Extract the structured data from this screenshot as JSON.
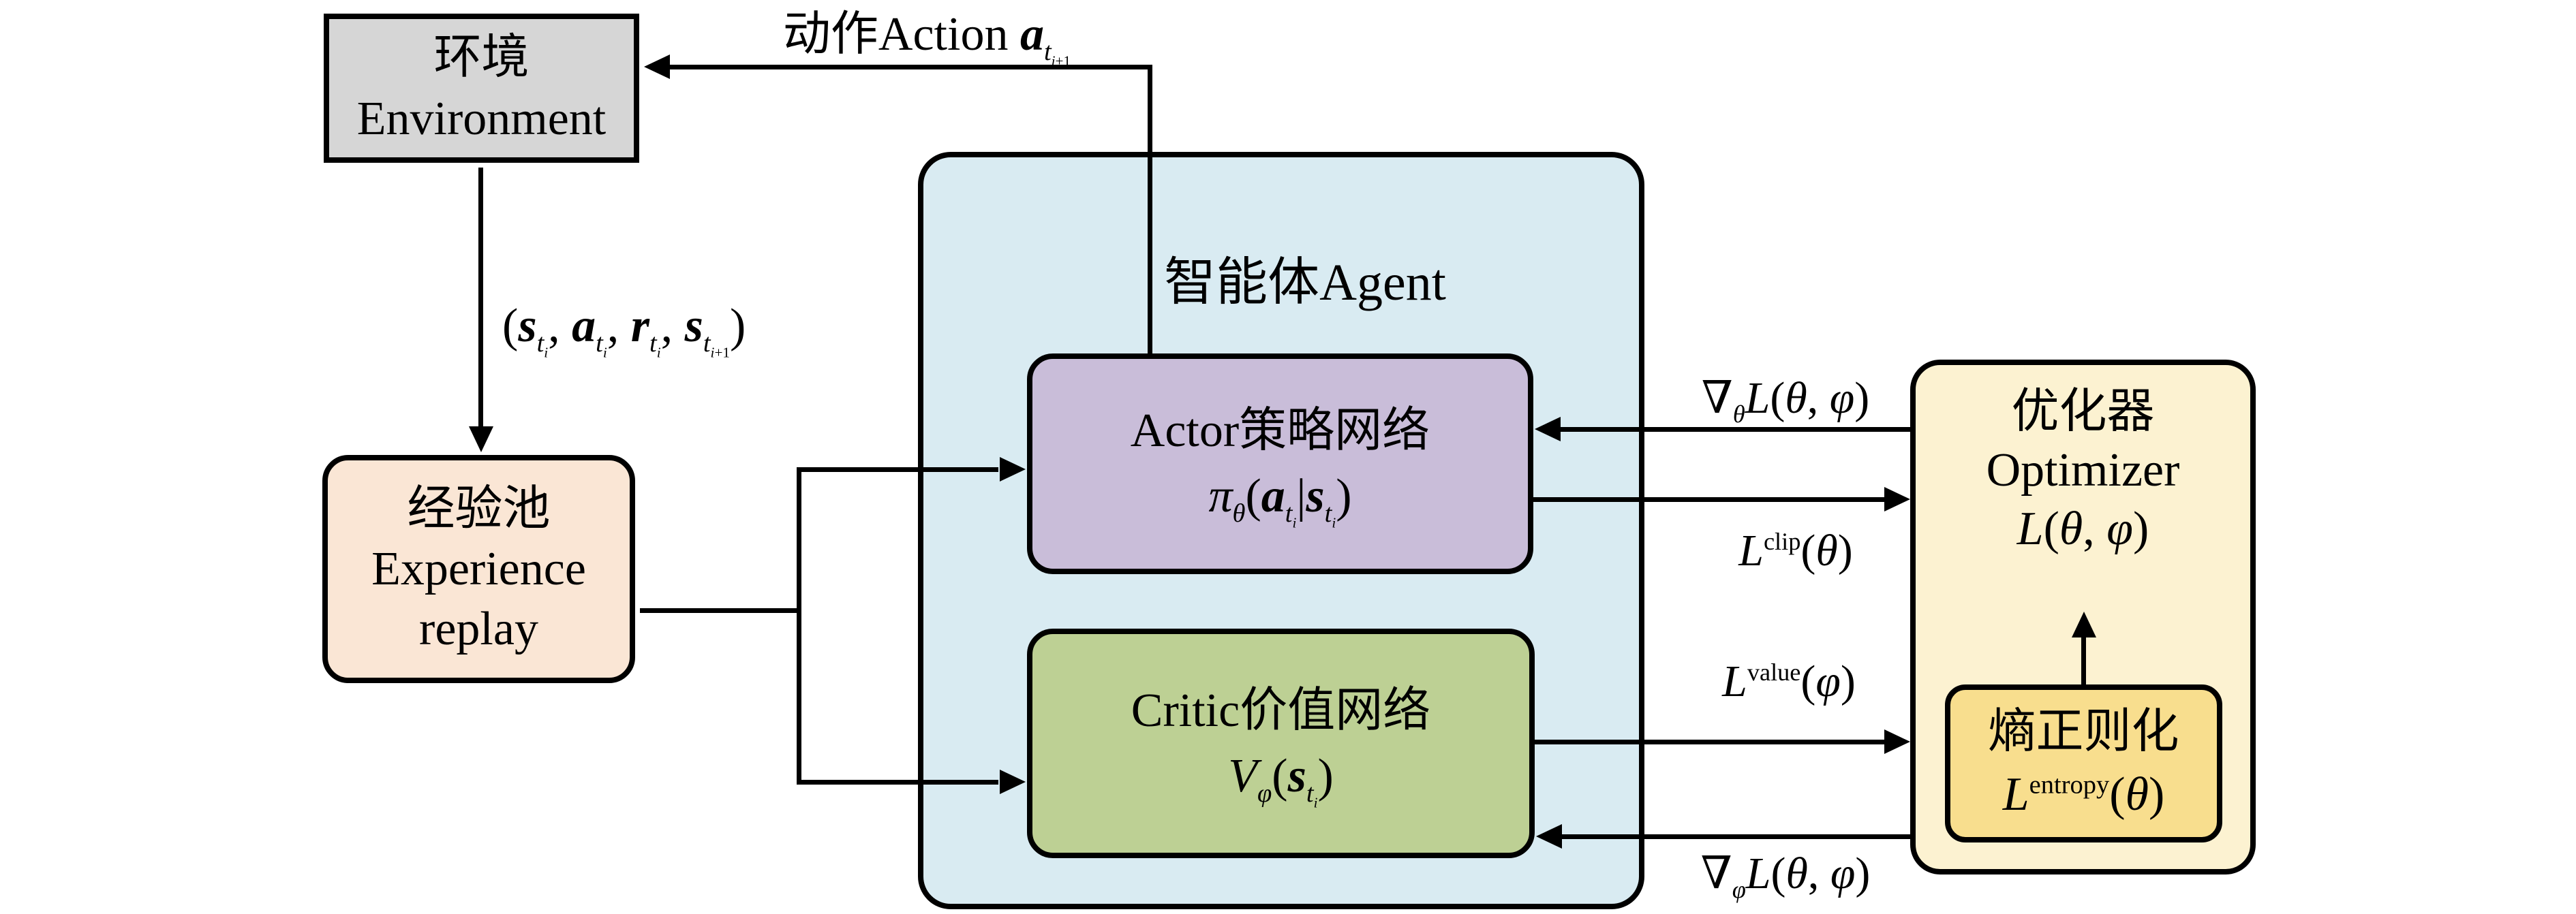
{
  "colors": {
    "background": "#FFFFFF",
    "stroke": "#000000",
    "environment_fill": "#D6D6D6",
    "experience_fill": "#FAE6D5",
    "agent_fill": "#D9EBF2",
    "actor_fill": "#C9BDD9",
    "critic_fill": "#BDD094",
    "optimizer_fill": "#FCF2D1",
    "entropy_fill": "#F8DE8E"
  },
  "nodes": {
    "environment": {
      "label_zh": "环境",
      "label_en": "Environment"
    },
    "experience": {
      "label_zh": "经验池",
      "label_en_line1": "Experience",
      "label_en_line2": "replay"
    },
    "agent": {
      "label": "智能体Agent"
    },
    "actor": {
      "title": "Actor策略网络",
      "formula_html": "<i>π</i><sub><i>θ</i></sub>(<b><i>a</i></b><sub><i>t</i><sub><i>i</i></sub></sub>|<b><i>s</i></b><sub><i>t</i><sub><i>i</i></sub></sub>)"
    },
    "critic": {
      "title": "Critic价值网络",
      "formula_html": "<i>V</i><sub><i>φ</i></sub>(<b><i>s</i></b><sub><i>t</i><sub><i>i</i></sub></sub>)"
    },
    "optimizer": {
      "label_zh": "优化器",
      "label_en": "Optimizer",
      "formula_html": "<i>L</i>(<i>θ</i>, <i>φ</i>)"
    },
    "entropy": {
      "label_zh": "熵正则化",
      "formula_html": "<i>L</i><sup>entropy</sup>(<i>θ</i>)"
    }
  },
  "edges": {
    "action_label_html": "动作Action <b><i>a</i></b><sub><i>t</i><sub><i>i</i>+1</sub></sub>",
    "transition_label_html": "(<b><i>s</i></b><sub><i>t</i><sub><i>i</i></sub></sub>, <b><i>a</i></b><sub><i>t</i><sub><i>i</i></sub></sub>, <b><i>r</i></b><sub><i>t</i><sub><i>i</i></sub></sub>, <b><i>s</i></b><sub><i>t</i><sub><i>i</i>+1</sub></sub>)",
    "grad_theta_html": "∇<sub><i>θ</i></sub><i>L</i>(<i>θ</i>, <i>φ</i>)",
    "l_clip_html": "<i>L</i><sup>clip</sup>(<i>θ</i>)",
    "l_value_html": "<i>L</i><sup>value</sup>(<i>φ</i>)",
    "grad_phi_html": "∇<sub><i>φ</i></sub><i>L</i>(<i>θ</i>, <i>φ</i>)"
  }
}
